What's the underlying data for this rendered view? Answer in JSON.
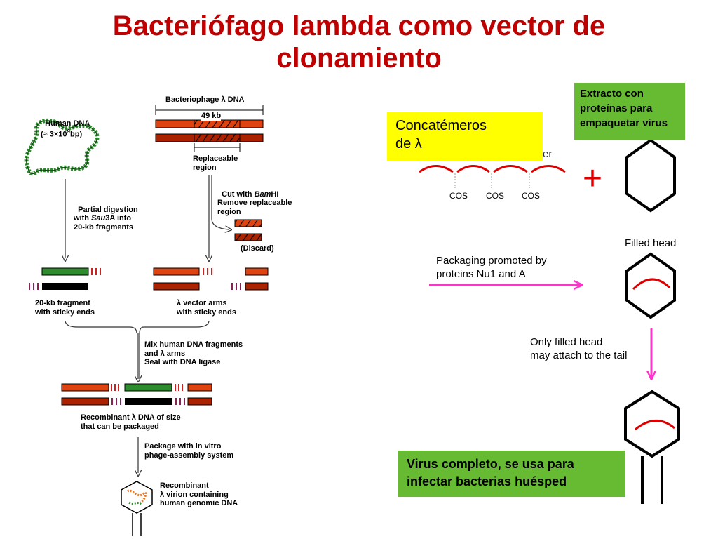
{
  "title": {
    "line1": "Bacteriófago lambda como vector de",
    "line2": "clonamiento"
  },
  "left_panel": {
    "human_dna": {
      "title": "Human DNA",
      "size": "(≈ 3×10",
      "size_exp": "9",
      "size_unit": "bp)"
    },
    "phage_dna": {
      "title": "Bacteriophage λ DNA",
      "length": "49 kb",
      "replaceable": "Replaceable\nregion"
    },
    "step_partial_digestion": {
      "l1": "Partial digestion",
      "l2_pre": "with ",
      "l2_ital": "Sau",
      "l2_post": "3A into",
      "l3": "20-kb fragments"
    },
    "step_cut": {
      "l1_pre": "Cut with ",
      "l1_ital": "Bam",
      "l1_post": "HI",
      "l2": "Remove replaceable",
      "l3": "region"
    },
    "discard": "(Discard)",
    "fragment_label": "20-kb fragment\nwith sticky ends",
    "vector_arms_label": "λ vector arms\nwith sticky ends",
    "step_mix": "Mix human DNA fragments\nand λ arms\nSeal with DNA ligase",
    "recombinant_label": "Recombinant λ DNA of size\nthat can be packaged",
    "step_package": "Package with in vitro\nphage-assembly system",
    "virion_label": "Recombinant\nλ virion containing\nhuman genomic DNA"
  },
  "right_panel": {
    "extracto": "Extracto con\nproteínas para\nempaquetar virus",
    "concatemeros_line1": "Concatémeros",
    "concatemeros_line2": "de λ",
    "hidden_fragment": "er",
    "cos_labels": [
      "COS",
      "COS",
      "COS"
    ],
    "plus": "+",
    "filled_head": "Filled head",
    "packaging": "Packaging promoted by\nproteins Nu1 and A",
    "only_filled": "Only filled head\nmay attach to the tail",
    "virus_completo": "Virus completo, se usa para\ninfectar bacterias huésped"
  },
  "colors": {
    "title": "#c00000",
    "green_box": "#66bb33",
    "yellow_box": "#ffff00",
    "magenta_arrow": "#ff33cc",
    "concatemer_red": "#dd0000",
    "human_dna_green": "#2e8b2e",
    "phage_orange": "#dd4411",
    "phage_darkred": "#aa2200"
  }
}
